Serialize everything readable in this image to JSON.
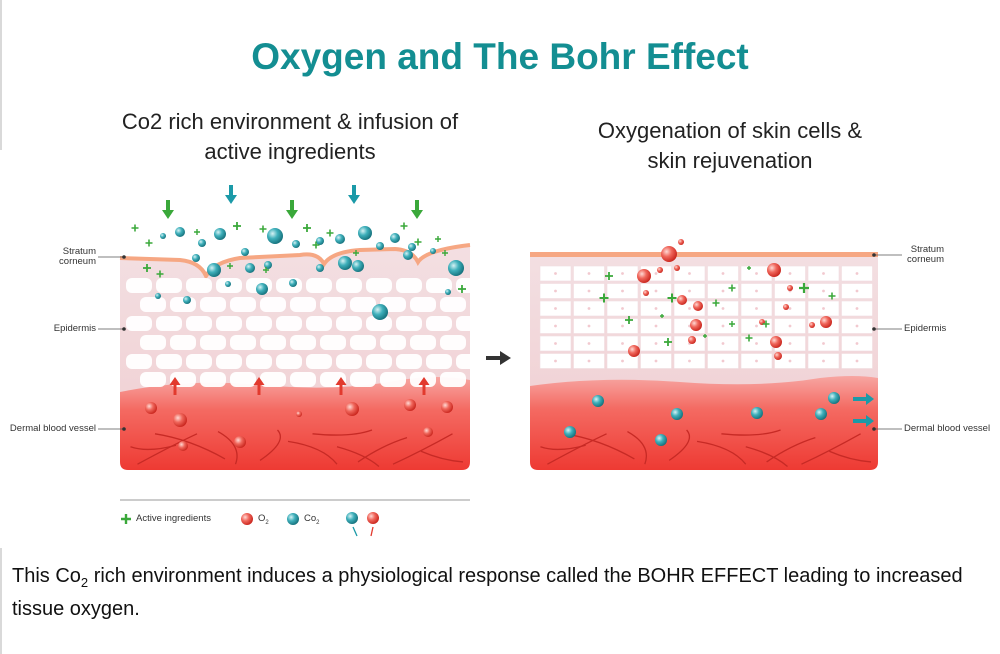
{
  "title": "Oxygen and The Bohr Effect",
  "left_panel": {
    "heading_line1": "Co2 rich environment & infusion of",
    "heading_line2": "active ingredients"
  },
  "right_panel": {
    "heading_line1": "Oxygenation of skin cells &",
    "heading_line2": "skin rejuvenation"
  },
  "layer_labels": {
    "stratum_line1": "Stratum",
    "stratum_line2": "corneum",
    "epidermis": "Epidermis",
    "dermal": "Dermal blood vessel"
  },
  "legend": {
    "active": "Active ingredients",
    "o2": "O",
    "o2_sub": "2",
    "co2": "Co",
    "co2_sub": "2"
  },
  "caption": {
    "part1": "This Co",
    "sub": "2",
    "part2": " rich environment induces a physiological response called the BOHR EFFECT leading to increased tissue oxygen."
  },
  "colors": {
    "title": "#138e92",
    "teal": "#1b9aa8",
    "green": "#3aa83a",
    "red": "#e23a2e",
    "blood": "#f25a55",
    "skin": "#f4e0e3",
    "corneum": "#f6a783"
  }
}
